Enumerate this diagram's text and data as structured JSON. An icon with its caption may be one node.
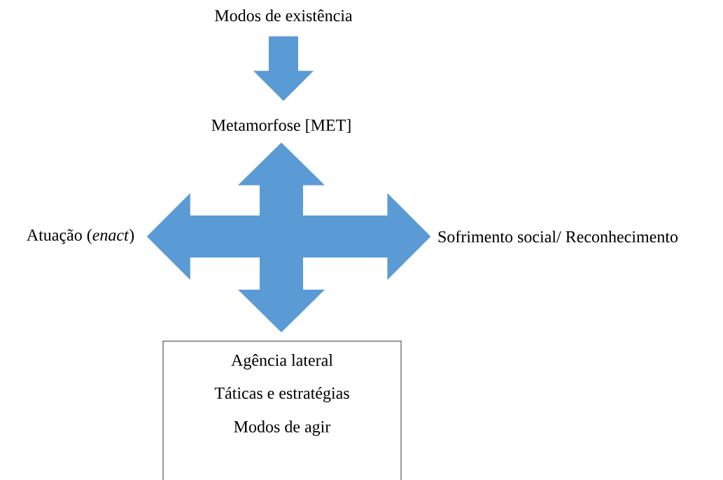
{
  "diagram": {
    "nodes": [
      {
        "text": [
          "Modos de existência"
        ]
      },
      {
        "text": [
          "Metamorfose [MET]"
        ]
      },
      {
        "text": [
          "Atuação (*enact*)"
        ]
      },
      {
        "text": [
          "Sofrimento social/ Reconhecimento"
        ]
      },
      {
        "text": [
          "Agência lateral",
          "Táticas e estratégias",
          "Modos de agir"
        ]
      }
    ],
    "edges": [
      {
        "from": 0,
        "to": 1,
        "arrow": "to"
      },
      {
        "from": 1,
        "to": 4,
        "arrow": "both"
      },
      {
        "from": 2,
        "to": 3,
        "arrow": "both"
      }
    ]
  }
}
